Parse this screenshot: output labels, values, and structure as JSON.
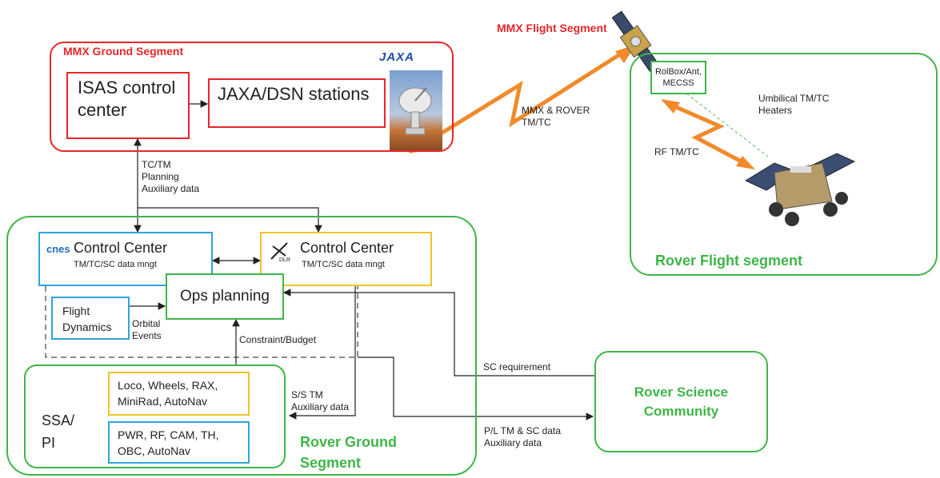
{
  "colors": {
    "ground_segment": "#e8262a",
    "rover_green": "#3fb549",
    "cnes_blue": "#2ea4dc",
    "dlr_yellow": "#f2c329",
    "arrow_orange": "#f08a2a"
  },
  "ground_segment": {
    "label": "MMX Ground Segment",
    "jaxa_logo": "JAXA",
    "isas": "ISAS control\ncenter",
    "dsn": "JAXA/DSN stations"
  },
  "flight_segment": {
    "label": "MMX Flight Segment",
    "link_label": "MMX & ROVER\nTM/TC"
  },
  "rover_flight": {
    "label": "Rover Flight segment",
    "rolbox": "RolBox/Ant,\nMECSS",
    "umbilical": "Umbilical TM/TC\nHeaters",
    "rf": "RF TM/TC"
  },
  "links": {
    "tc_tm": "TC/TM\nPlanning\nAuxiliary data",
    "orbital": "Orbital\nEvents",
    "constraint": "Constraint/Budget",
    "ss_tm": "S/S TM\nAuxiliary data",
    "sc_req": "SC requirement",
    "pl_tm": "P/L TM & SC data\nAuxiliary data"
  },
  "rover_ground": {
    "label": "Rover Ground\nSegment",
    "cnes_logo": "cnes",
    "cnes_title": "Control Center",
    "cnes_sub": "TM/TC/SC data mngt",
    "dlr_logo": "DLR",
    "dlr_title": "Control Center",
    "dlr_sub": "TM/TC/SC data mngt",
    "ops": "Ops planning",
    "flight_dyn": "Flight\nDynamics",
    "ssa": "SSA/\nPI",
    "ssa_yellow": "Loco, Wheels, RAX,\nMiniRad, AutoNav",
    "ssa_blue": "PWR, RF, CAM, TH,\nOBC, AutoNav"
  },
  "science": {
    "label": "Rover Science\nCommunity"
  }
}
